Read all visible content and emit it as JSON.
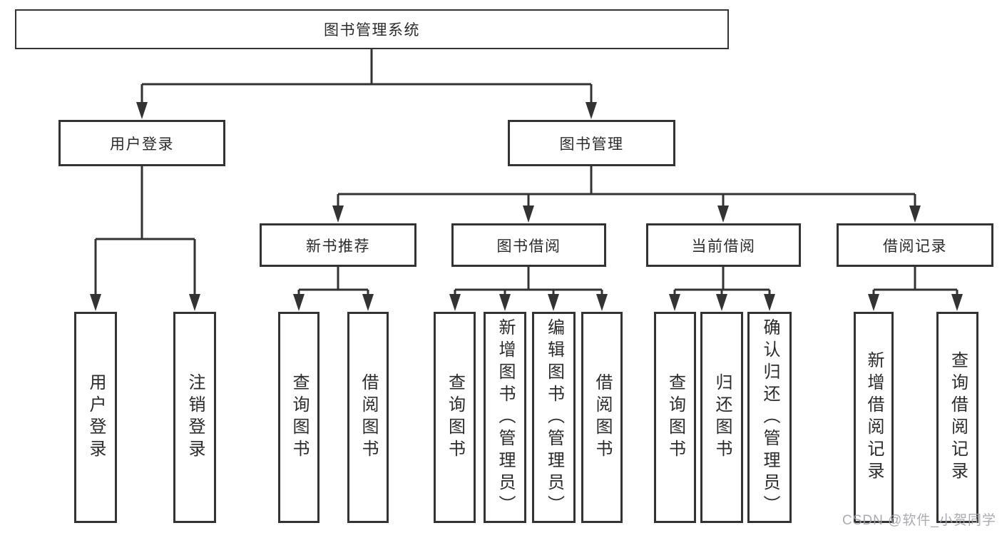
{
  "colors": {
    "line": "#333333",
    "text": "#2b2b2b",
    "box_background": "#ffffff",
    "watermark": "#a2a2a8"
  },
  "nodes": {
    "root": {
      "label": "图书管理系统"
    },
    "user_login": {
      "label": "用户登录"
    },
    "book_mgmt": {
      "label": "图书管理"
    },
    "new_book_rec": {
      "label": "新书推荐"
    },
    "book_borrow": {
      "label": "图书借阅"
    },
    "current_borrow": {
      "label": "当前借阅"
    },
    "borrow_records": {
      "label": "借阅记录"
    },
    "leaf_user_login": {
      "label": "用户登录"
    },
    "leaf_logout": {
      "label": "注销登录"
    },
    "leaf_rec_query_books": {
      "label": "查询图书"
    },
    "leaf_rec_borrow_books": {
      "label": "借阅图书"
    },
    "leaf_bb_query_books": {
      "label": "查询图书"
    },
    "leaf_bb_add_books": {
      "label": "新增图书（管理员）"
    },
    "leaf_bb_edit_books": {
      "label": "编辑图书（管理员）"
    },
    "leaf_bb_borrow_books": {
      "label": "借阅图书"
    },
    "leaf_cb_query_books": {
      "label": "查询图书"
    },
    "leaf_cb_return_books": {
      "label": "归还图书"
    },
    "leaf_cb_confirm_return": {
      "label": "确认归还（管理员）"
    },
    "leaf_br_add_record": {
      "label": "新增借阅记录"
    },
    "leaf_br_query_record": {
      "label": "查询借阅记录"
    }
  },
  "tree": {
    "图书管理系统": {
      "用户登录": [
        "用户登录",
        "注销登录"
      ],
      "图书管理": {
        "新书推荐": [
          "查询图书",
          "借阅图书"
        ],
        "图书借阅": [
          "查询图书",
          "新增图书（管理员）",
          "编辑图书（管理员）",
          "借阅图书"
        ],
        "当前借阅": [
          "查询图书",
          "归还图书",
          "确认归还（管理员）"
        ],
        "借阅记录": [
          "新增借阅记录",
          "查询借阅记录"
        ]
      }
    }
  },
  "watermark": {
    "text": "CSDN @软件_小贺同学"
  }
}
